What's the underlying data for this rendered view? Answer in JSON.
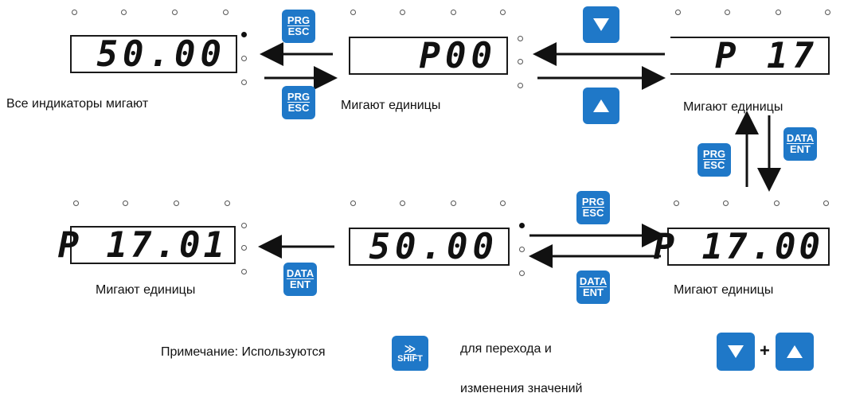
{
  "displays": {
    "d1": {
      "value": "50.00",
      "label": "Все индикаторы мигают"
    },
    "d2": {
      "value": "P00",
      "label": "Мигают единицы"
    },
    "d3": {
      "value": "P 17",
      "label": "Мигают единицы"
    },
    "d4": {
      "value": "P 17.01",
      "label": "Мигают единицы"
    },
    "d5": {
      "value": "50.00",
      "label": ""
    },
    "d6": {
      "value": "P 17.00",
      "label": "Мигают единицы"
    }
  },
  "keys": {
    "prg_top": "PRG",
    "prg_bottom": "ESC",
    "data_top": "DATA",
    "data_bottom": "ENT",
    "shift_top": "≫",
    "shift_bottom": "SHIFT",
    "plus": "+"
  },
  "note": {
    "prefix": "Примечание: Используются",
    "line1": "для перехода и",
    "line2": "изменения значений"
  },
  "colors": {
    "key_blue": "#1f78c8"
  }
}
